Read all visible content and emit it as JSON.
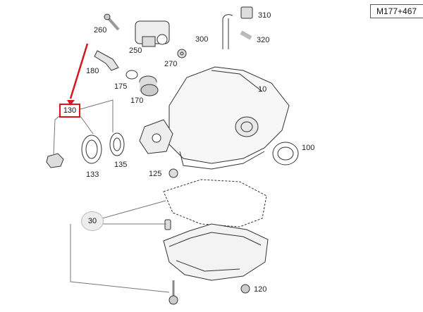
{
  "reference_code": "M177+467",
  "highlighted_part": "130",
  "group_label": "30",
  "accent_color": "#d8161b",
  "parts": [
    {
      "number": "260"
    },
    {
      "number": "250"
    },
    {
      "number": "310"
    },
    {
      "number": "300"
    },
    {
      "number": "320"
    },
    {
      "number": "270"
    },
    {
      "number": "180"
    },
    {
      "number": "175"
    },
    {
      "number": "170"
    },
    {
      "number": "10"
    },
    {
      "number": "133"
    },
    {
      "number": "135"
    },
    {
      "number": "125"
    },
    {
      "number": "100"
    },
    {
      "number": "120"
    }
  ]
}
